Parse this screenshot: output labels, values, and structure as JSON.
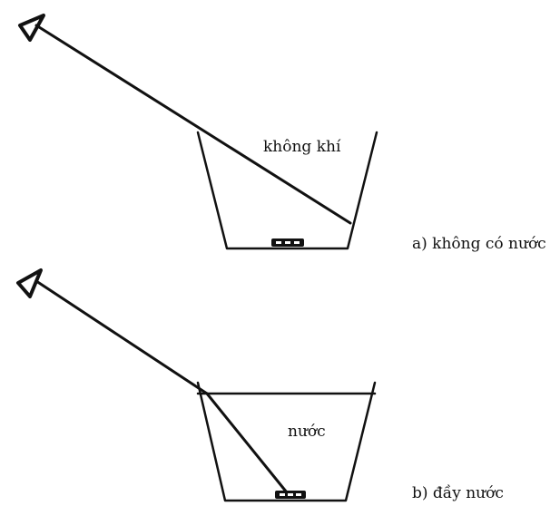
{
  "diagrams": [
    {
      "id": "a",
      "medium_label": "không khí",
      "caption": "a) không có nước"
    },
    {
      "id": "b",
      "medium_label": "nước",
      "caption": "b) đầy nước"
    }
  ],
  "colors": {
    "ink": "#111111",
    "background": "#ffffff"
  },
  "icons": [
    "eye-icon",
    "coin-icon"
  ]
}
